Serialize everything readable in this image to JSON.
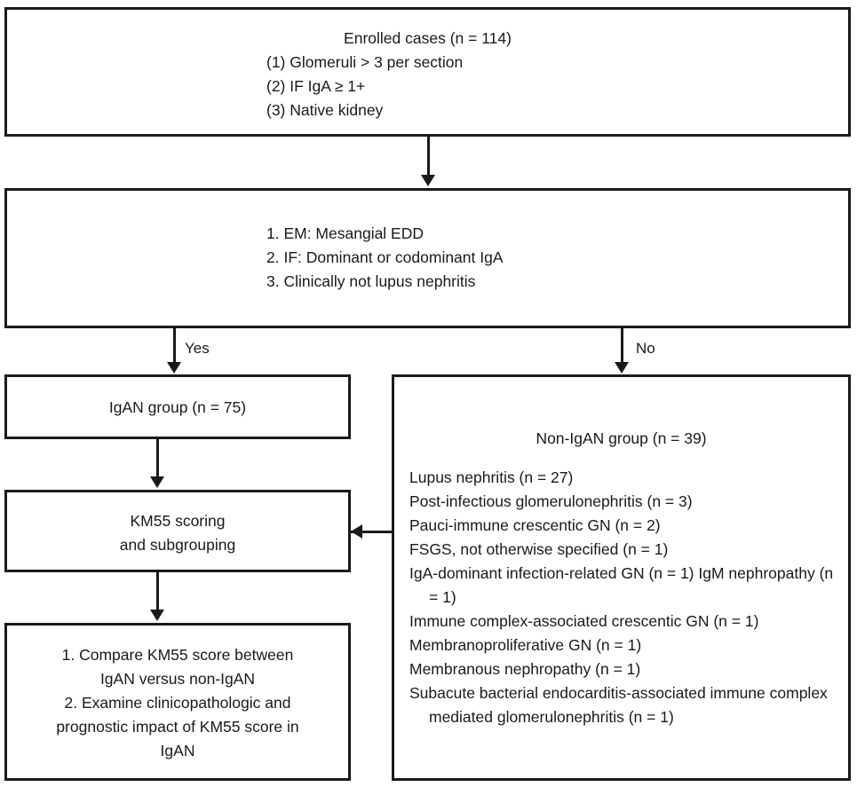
{
  "diagram": {
    "title": "Study enrollment and grouping flowchart",
    "colors": {
      "stroke": "#1a1a1a",
      "background": "#ffffff",
      "text": "#1a1a1a"
    },
    "boxes": {
      "enrolled": {
        "heading": "Enrolled cases (n = 114)",
        "criteria": [
          "(1) Glomeruli > 3 per section",
          "(2) IF IgA ≥ 1+",
          "(3) Native kidney"
        ]
      },
      "decision": {
        "criteria": [
          "1. EM: Mesangial EDD",
          "2. IF: Dominant or codominant IgA",
          "3. Clinically not lupus nephritis"
        ]
      },
      "igan_group": {
        "label": "IgAN group (n = 75)"
      },
      "km55": {
        "line1": "KM55 scoring",
        "line2": "and subgrouping"
      },
      "aims": {
        "lines": [
          "1. Compare KM55 score between",
          "IgAN versus non-IgAN",
          "2. Examine clinicopathologic and",
          "prognostic impact of KM55 score in",
          "IgAN"
        ]
      },
      "non_igan_group": {
        "heading": "Non-IgAN group (n = 39)",
        "diagnoses": [
          "Lupus nephritis (n = 27)",
          "Post-infectious glomerulonephritis (n = 3)",
          "Pauci-immune crescentic GN (n = 2)",
          "FSGS, not otherwise specified (n = 1)",
          "IgA-dominant infection-related GN (n = 1) IgM nephropathy (n = 1)",
          "Immune complex-associated crescentic GN (n = 1)",
          "Membranoproliferative GN (n = 1)",
          "Membranous nephropathy (n = 1)",
          "Subacute bacterial endocarditis-associated immune complex mediated glomerulonephritis (n = 1)"
        ]
      }
    },
    "edge_labels": {
      "yes": "Yes",
      "no": "No"
    }
  }
}
